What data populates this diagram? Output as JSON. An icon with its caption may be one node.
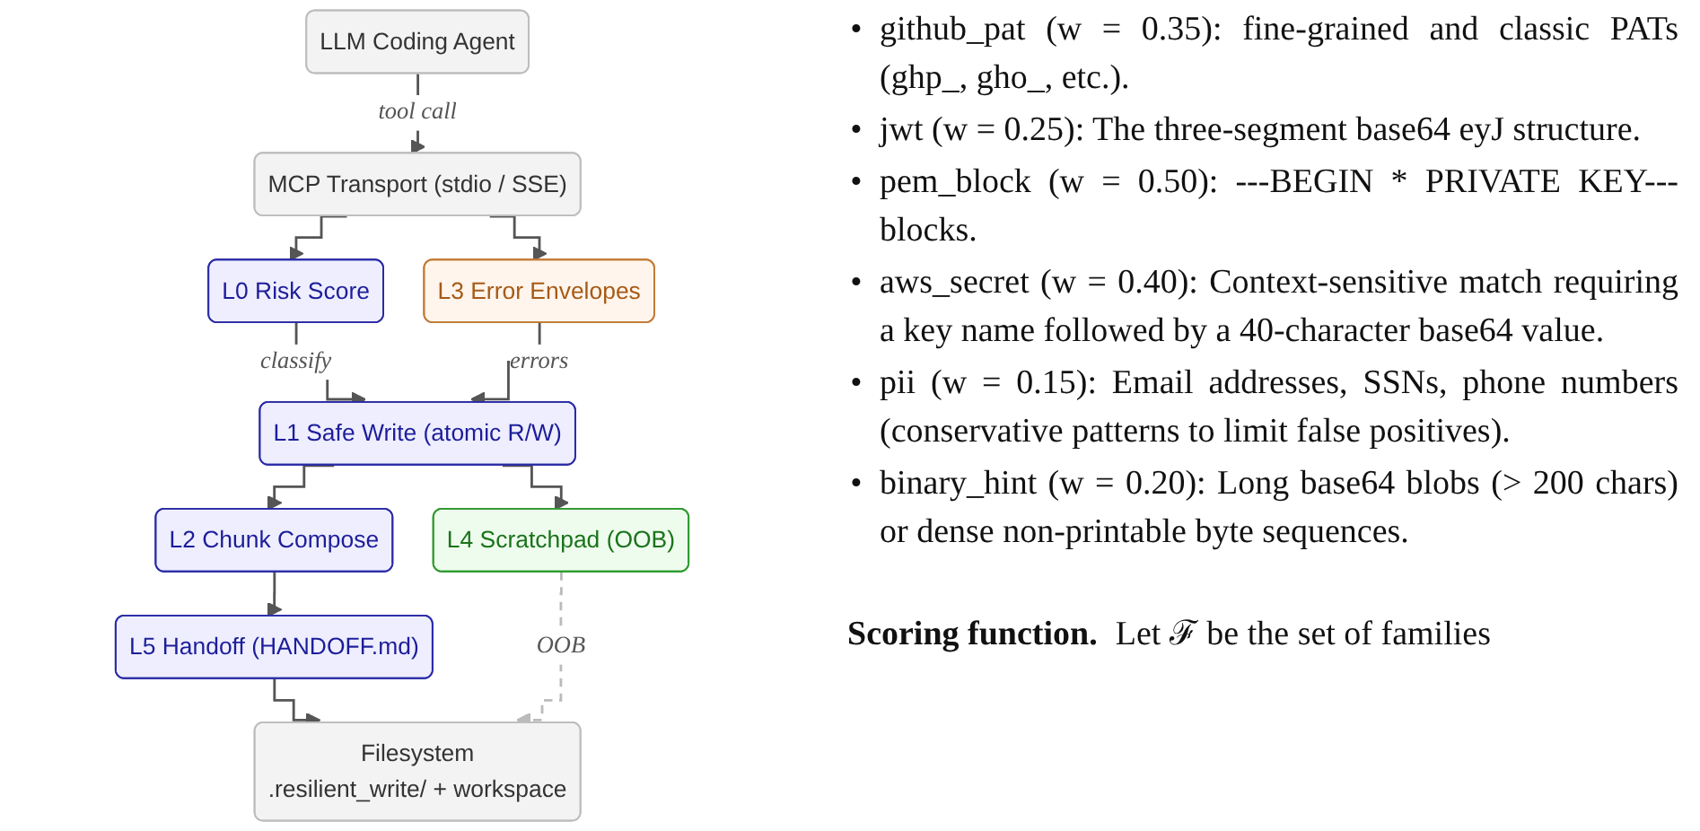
{
  "diagram": {
    "nodes": [
      {
        "text": [
          "LLM Coding Agent"
        ]
      },
      {
        "text": [
          "MCP Transport (stdio / SSE)"
        ]
      },
      {
        "text": [
          "L0 Risk Score"
        ]
      },
      {
        "text": [
          "L3 Error Envelopes"
        ]
      },
      {
        "text": [
          "L1 Safe Write (atomic R/W)"
        ]
      },
      {
        "text": [
          "L2 Chunk Compose"
        ]
      },
      {
        "text": [
          "L4 Scratchpad (OOB)"
        ]
      },
      {
        "text": [
          "L5 Handoff (HANDOFF.md)"
        ]
      },
      {
        "text": [
          "Filesystem",
          ".resilient_write/ + workspace"
        ]
      }
    ],
    "edges": [
      {
        "from": 0,
        "to": 1,
        "arrow": "to",
        "label": "tool call"
      },
      {
        "from": 1,
        "to": 2,
        "arrow": "to"
      },
      {
        "from": 1,
        "to": 3,
        "arrow": "to"
      },
      {
        "from": 2,
        "to": 4,
        "arrow": "to",
        "label": "classify"
      },
      {
        "from": 3,
        "to": 4,
        "arrow": "to",
        "label": "errors"
      },
      {
        "from": 4,
        "to": 5,
        "arrow": "to"
      },
      {
        "from": 4,
        "to": 6,
        "arrow": "to"
      },
      {
        "from": 5,
        "to": 7,
        "arrow": "to"
      },
      {
        "from": 7,
        "to": 8,
        "arrow": "to"
      },
      {
        "from": 6,
        "to": 8,
        "arrow": "to",
        "label": "OOB",
        "style": "dashed",
        "color": "#bbbbbb"
      }
    ],
    "labels": [
      "•",
      "github_pat (w = 0.35): fine-grained and classic PATs (ghp_, gho_, etc.).",
      "•",
      "jwt (w = 0.25): The three-segment base64 eyJ structure.",
      "•",
      "pem_block (w = 0.50): ---BEGIN * PRIVATE KEY--- blocks.",
      "•",
      "aws_secret (w = 0.40): Context-sensitive match requiring a key name followed by a 40-character base64 value.",
      "•",
      "pii (w = 0.15): Email addresses, SSNs, phone numbers (conservative patterns to limit false positives).",
      "•",
      "binary_hint (w = 0.20): Long base64 blobs (> 200 chars) or dense non-printable byte sequences.",
      "Scoring function.",
      "Let ℱ be the set of families"
    ]
  }
}
